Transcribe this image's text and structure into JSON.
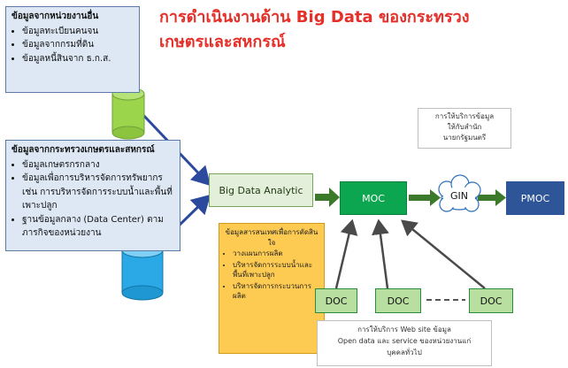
{
  "title_lines": [
    "การดำเนินงานด้าน Big Data ของกระทรวง",
    "เกษตรและสหกรณ์"
  ],
  "source_other": {
    "header": "ข้อมูลจากหน่วยงานอื่น",
    "items": [
      "ข้อมูลทะเบียนคนจน",
      "ข้อมูลจากกรมที่ดิน",
      "ข้อมูลหนี้สินจาก ธ.ก.ส."
    ]
  },
  "source_ministry": {
    "header": "ข้อมูลจากกระทรวงเกษตรและสหกรณ์",
    "items": [
      "ข้อมูลเกษตรกรกลาง",
      "ข้อมูลเพื่อการบริหารจัดการทรัพยากร เช่น การบริหารจัดการระบบน้ำและพื้นที่เพาะปลูก",
      "ฐานข้อมูลกลาง (Data Center) ตามภารกิจของหน่วยงาน"
    ]
  },
  "big_data_label": "Big Data Analytic",
  "moc_label": "MOC",
  "gin_label": "GIN",
  "pmoc_label": "PMOC",
  "doc_labels": [
    "DOC",
    "DOC",
    "DOC"
  ],
  "info_box": {
    "header": "ข้อมูลสารสนเทศเพื่อการตัดสินใจ",
    "items": [
      "วางแผนการผลิต",
      "บริหารจัดการระบบน้ำและพื้นที่เพาะปลูก",
      "บริหารจัดการกระบวนการผลิต"
    ]
  },
  "pmo_service_lines": [
    "การให้บริการข้อมูล",
    "ให้กับสำนัก",
    "นายกรัฐมนตรี"
  ],
  "web_service_lines": [
    "การให้บริการ Web site ข้อมูล",
    "Open data และ service ของหน่วยงานแก่",
    "บุคคลทั่วไป"
  ],
  "colors": {
    "title": "#e5302a",
    "source_fill": "#dde8f4",
    "cylinder": "#9bd54c",
    "cylinder_blue": "#2aa9e6",
    "arrow_blue": "#2b4a9e",
    "arrow_green": "#3a7a2a",
    "moc": "#0da650",
    "pmoc": "#2e5597",
    "info_fill": "#fdca52",
    "doc_fill": "#b9dfa0"
  }
}
